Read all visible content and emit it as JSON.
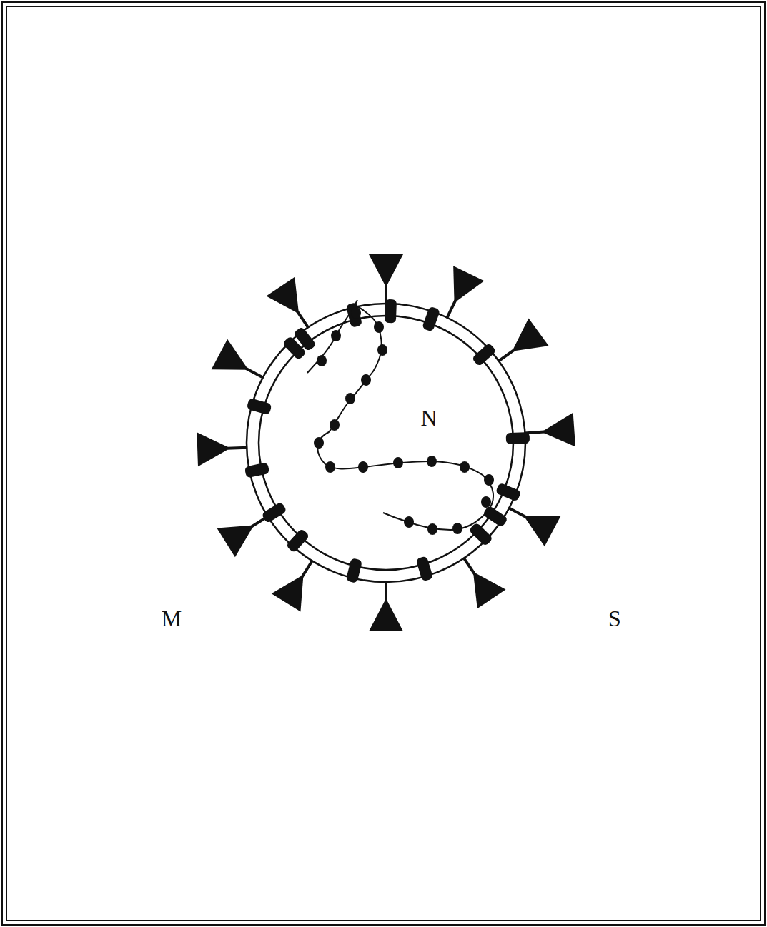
{
  "diagram": {
    "labels": [
      "N",
      "M",
      "S"
    ]
  }
}
